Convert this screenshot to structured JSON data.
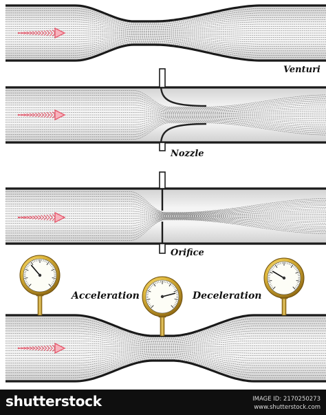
{
  "labels": {
    "venturi": "Venturi",
    "nozzle": "Nozzle",
    "orifice": "Orifice",
    "acceleration": "Acceleration",
    "deceleration": "Deceleration"
  },
  "footer": {
    "brand": "shutterstock",
    "image_id": "IMAGE ID: 2170250273",
    "site": "www.shutterstock.com"
  },
  "colors": {
    "pipe_wall": "#1a1a1a",
    "flow_arrow": "#e5566a",
    "gauge_brass": "#d9b23a",
    "footer_bg": "#0f0f0f"
  },
  "gauges": [
    {
      "name": "left-pressure-gauge",
      "needle_value": 0.35
    },
    {
      "name": "middle-pressure-gauge",
      "needle_value": 0.78
    },
    {
      "name": "right-pressure-gauge",
      "needle_value": 0.28
    }
  ]
}
